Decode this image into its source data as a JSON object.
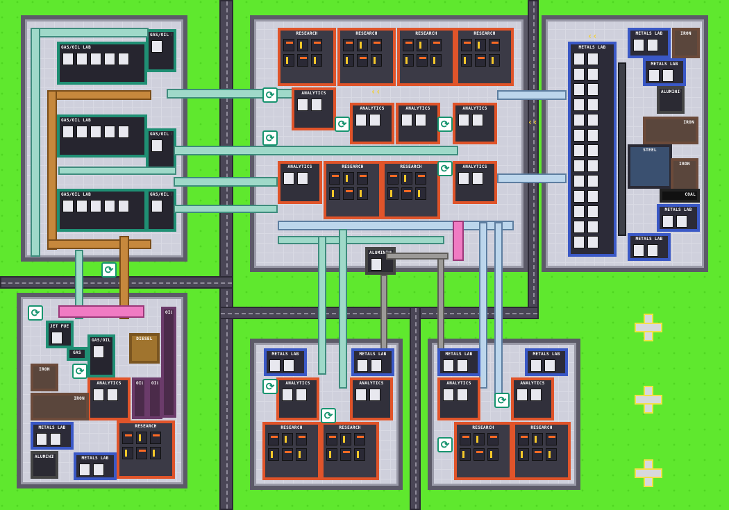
{
  "labels": {
    "gas_oil_lab": "GAS/OIL LAB",
    "research": "RESEARCH",
    "analytics": "ANALYTICS",
    "metals_lab": "METALS LAB",
    "iron": "IRON",
    "aluminium": "ALUMINIUM",
    "steel": "STEEL",
    "coal": "COAL",
    "jet_fuel": "JET FUEL",
    "gas": "GAS",
    "diesel": "DIESEL",
    "oil": "OIL"
  },
  "icons": {
    "cycle": "recycle-icon",
    "chevron": "chevron-left-icon",
    "dpad": "dpad-icon"
  },
  "colors": {
    "grass": "#5fe82e",
    "road": "#4a4656",
    "lab_border": "#1f8f74",
    "research_border": "#e0542a",
    "metals_border": "#3a58c6"
  }
}
